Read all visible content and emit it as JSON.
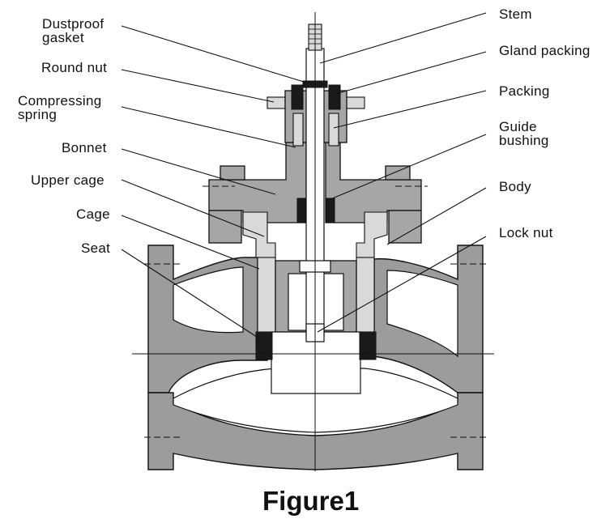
{
  "labels": {
    "left": [
      "Dustproof\ngasket",
      "Round nut",
      "Compressing\nspring",
      "Bonnet",
      "Upper cage",
      "Cage",
      "Seat"
    ],
    "right": [
      "Stem",
      "Gland packing",
      "Packing",
      "Guide\nbushing",
      "Body",
      "Lock nut"
    ]
  },
  "caption": "Figure1"
}
